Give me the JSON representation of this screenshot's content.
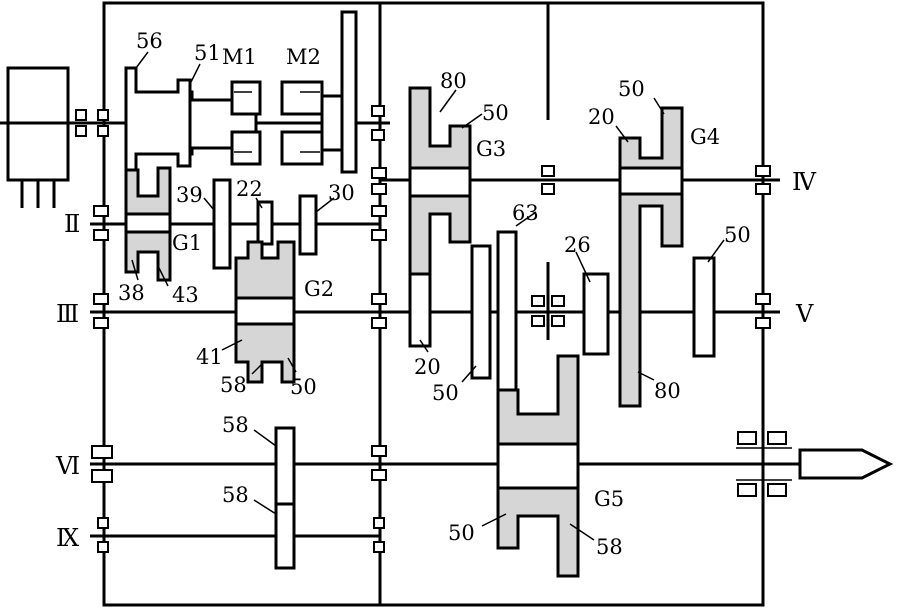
{
  "clutch_labels": {
    "m1": "M1",
    "m2": "M2"
  },
  "gear_group_labels": {
    "g1": "G1",
    "g2": "G2",
    "g3": "G3",
    "g4": "G4",
    "g5": "G5"
  },
  "shaft_labels": {
    "ii": "Ⅱ",
    "iii": "Ⅲ",
    "iv": "Ⅳ",
    "v": "Ⅴ",
    "vi": "Ⅵ",
    "ix": "Ⅸ"
  },
  "tooth_counts": {
    "t56": "56",
    "t51": "51",
    "t80_g3": "80",
    "t50_g3": "50",
    "t50_g4": "50",
    "t20_g4": "20",
    "t39": "39",
    "t22": "22",
    "t30": "30",
    "t38": "38",
    "t43": "43",
    "t63": "63",
    "t26": "26",
    "t50_v": "50",
    "t41": "41",
    "t58_g2": "58",
    "t50_g2": "50",
    "t20_iii": "20",
    "t50_iii": "50",
    "t80_v": "80",
    "t58_vi": "58",
    "t58_ix": "58",
    "t50_g5": "50",
    "t58_g5": "58"
  }
}
